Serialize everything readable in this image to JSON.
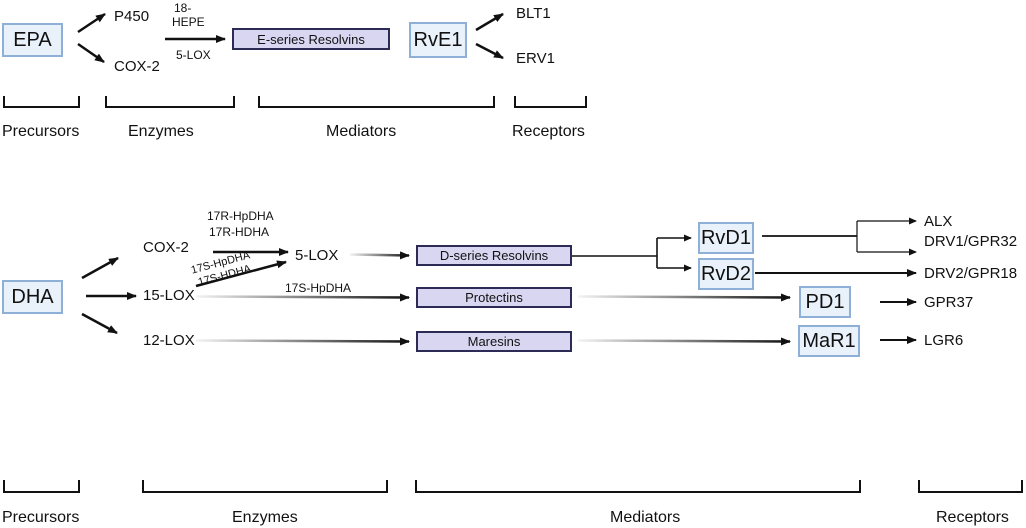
{
  "epa_pathway": {
    "precursor": "EPA",
    "enzymes": {
      "p450": "P450",
      "cox2": "COX-2",
      "intermediate_a": "18-",
      "intermediate_b": "HEPE",
      "lox5": "5-LOX"
    },
    "mediator": "E-series Resolvins",
    "product": "RvE1",
    "receptors": [
      "BLT1",
      "ERV1"
    ],
    "categories": {
      "precursors": "Precursors",
      "enzymes": "Enzymes",
      "mediators": "Mediators",
      "receptors": "Receptors"
    }
  },
  "dha_pathway": {
    "precursor": "DHA",
    "enzymes": {
      "cox2": "COX-2",
      "lox15": "15-LOX",
      "lox12": "12-LOX",
      "lox5": "5-LOX"
    },
    "intermediates": {
      "r_hpdha": "17R-HpDHA",
      "r_hdha": "17R-HDHA",
      "s_hpdha_diag": "17S-HpDHA",
      "s_hdha_diag": "17S-HDHA",
      "s_hpdha": "17S-HpDHA"
    },
    "mediators": {
      "d_series": "D-series Resolvins",
      "protectins": "Protectins",
      "maresins": "Maresins"
    },
    "products": {
      "rvd1": "RvD1",
      "rvd2": "RvD2",
      "pd1": "PD1",
      "mar1": "MaR1"
    },
    "receptors": {
      "alx": "ALX",
      "drv1": "DRV1/GPR32",
      "drv2": "DRV2/GPR18",
      "gpr37": "GPR37",
      "lgr6": "LGR6"
    },
    "categories": {
      "precursors": "Precursors",
      "enzymes": "Enzymes",
      "mediators": "Mediators",
      "receptors": "Receptors"
    }
  },
  "colors": {
    "blue_border": "#8fb0d6",
    "blue_fill": "#e9f1fa",
    "purple_border": "#2b2b55",
    "purple_fill": "#d9d6f2",
    "arrow": "#111111"
  }
}
